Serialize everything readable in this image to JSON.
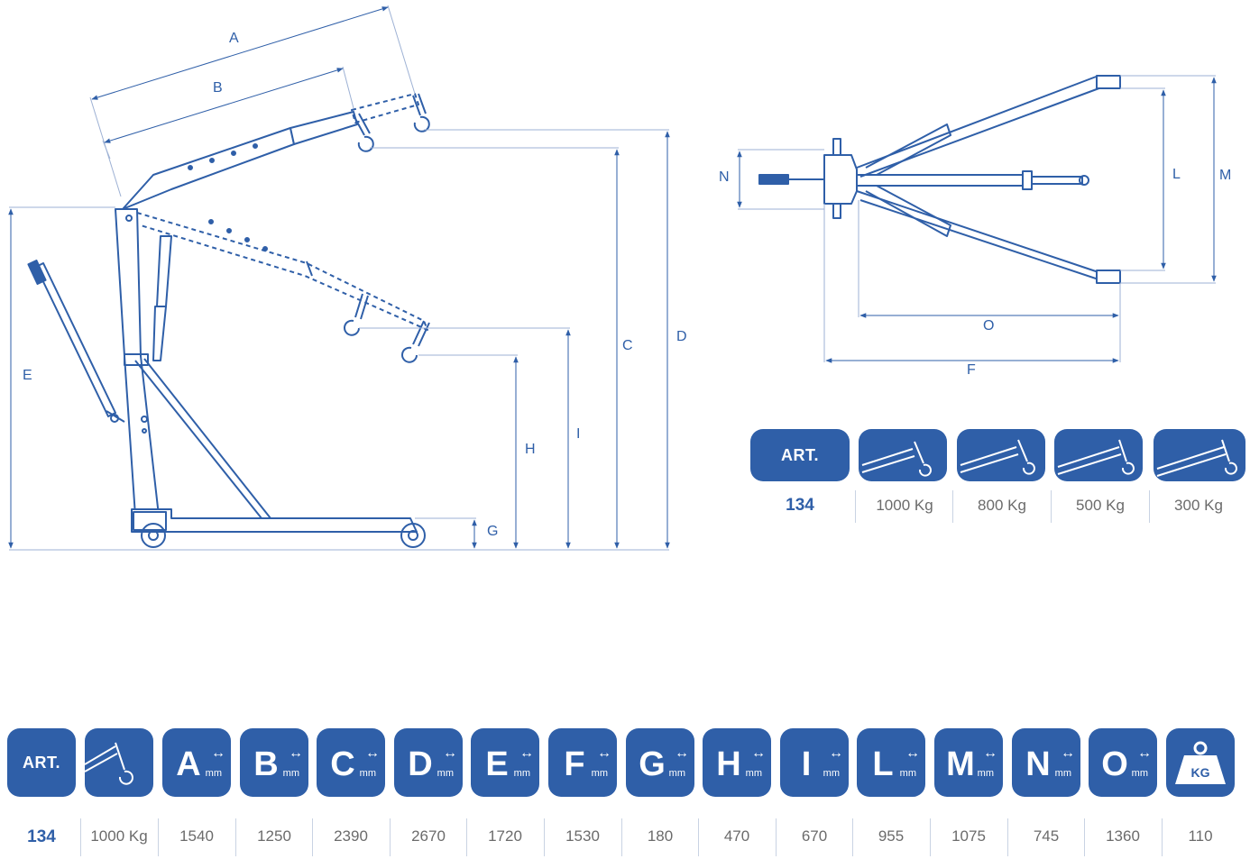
{
  "accent_color": "#2f5fa8",
  "dimension_labels": {
    "A": "A",
    "B": "B",
    "C": "C",
    "D": "D",
    "E": "E",
    "F": "F",
    "G": "G",
    "H": "H",
    "I": "I",
    "L": "L",
    "M": "M",
    "N": "N",
    "O": "O"
  },
  "small_table": {
    "header_art": "ART.",
    "art_value": "134",
    "loads": [
      "1000 Kg",
      "800 Kg",
      "500 Kg",
      "300 Kg"
    ]
  },
  "spec_table": {
    "header_art": "ART.",
    "dimension_letters": [
      "A",
      "B",
      "C",
      "D",
      "E",
      "F",
      "G",
      "H",
      "I",
      "L",
      "M",
      "N",
      "O"
    ],
    "unit": "mm",
    "weight_badge": "KG",
    "row": {
      "art": "134",
      "load": "1000 Kg",
      "dimensions": [
        "1540",
        "1250",
        "2390",
        "2670",
        "1720",
        "1530",
        "180",
        "470",
        "670",
        "955",
        "1075",
        "745",
        "1360"
      ],
      "weight": "110"
    }
  }
}
